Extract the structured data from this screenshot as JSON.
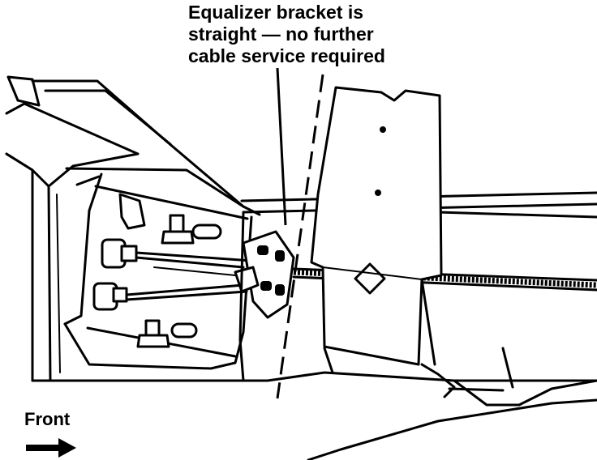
{
  "callout": {
    "lines": [
      "Equalizer bracket is",
      "straight — no further",
      "cable service required"
    ]
  },
  "direction": {
    "label": "Front",
    "icon": "right-arrow-icon"
  },
  "colors": {
    "ink": "#000000",
    "paper": "#ffffff"
  }
}
